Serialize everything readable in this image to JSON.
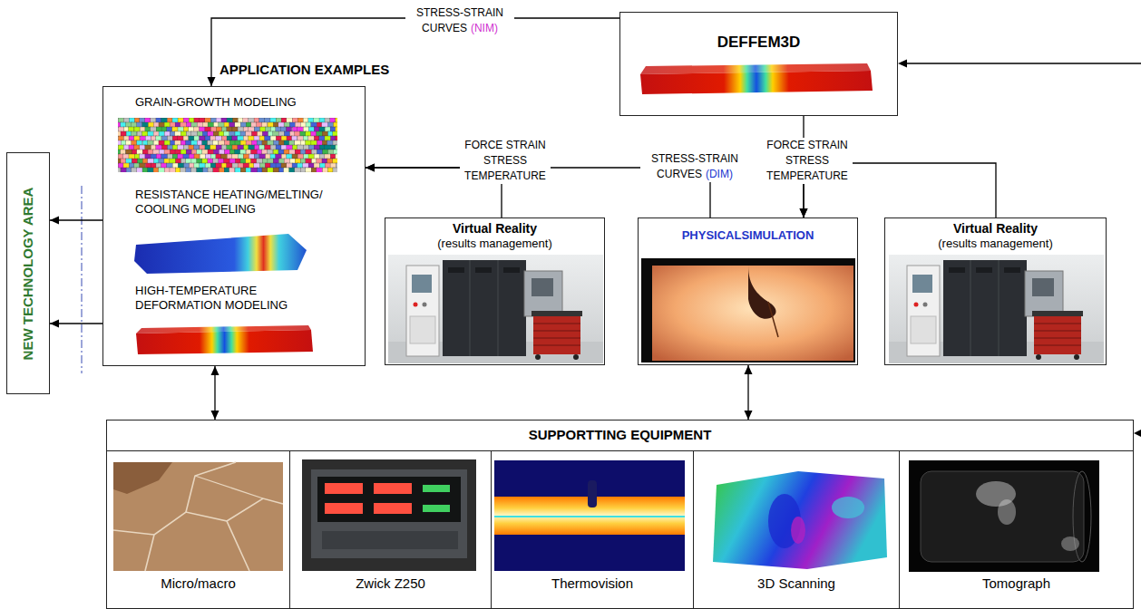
{
  "diagram": {
    "nodes": [
      {
        "text": [
          "DEFFEM3D"
        ]
      },
      {
        "text": [
          "APPLICATION EXAMPLES",
          "GRAIN-GROWTH MODELING",
          "RESISTANCE HEATING/MELTING/ COOLING MODELING",
          "HIGH-TEMPERATURE DEFORMATION MODELING"
        ]
      },
      {
        "text": [
          "NEW TECHNOLOGY AREA"
        ]
      },
      {
        "text": [
          "Virtual Reality",
          "(results management)"
        ]
      },
      {
        "text": [
          "PHYSICALSIMULATION"
        ]
      },
      {
        "text": [
          "Virtual Reality",
          "(results management)"
        ]
      },
      {
        "text": [
          "SUPPORTTING EQUIPMENT"
        ]
      },
      {
        "text": [
          "Micro/macro"
        ],
        "in": 6
      },
      {
        "text": [
          "Zwick Z250"
        ],
        "in": 6
      },
      {
        "text": [
          "Thermovision"
        ],
        "in": 6
      },
      {
        "text": [
          "3D Scanning"
        ],
        "in": 6
      },
      {
        "text": [
          "Tomograph"
        ],
        "in": 6
      }
    ],
    "edges": [
      {
        "from": 0,
        "to": 1,
        "label": "STRESS-STRAIN CURVES",
        "arrow": "to"
      },
      {
        "from": 0,
        "to": 4,
        "label": "FORCE STRAIN STRESS TEMPERATURE",
        "arrow": "to"
      },
      {
        "from": 4,
        "to": 1,
        "label": "STRESS-STRAIN CURVES",
        "arrow": "to"
      },
      {
        "from": 3,
        "to": 1,
        "label": "FORCE STRAIN STRESS TEMPERATURE",
        "arrow": "to"
      },
      {
        "from": 5,
        "to": 4,
        "arrow": "to"
      },
      {
        "from": 1,
        "to": 2,
        "arrow": "to"
      },
      {
        "from": 1,
        "to": 2,
        "arrow": "to"
      },
      {
        "from": 1,
        "to": 6,
        "arrow": "both"
      },
      {
        "from": 4,
        "to": 6,
        "arrow": "both"
      }
    ],
    "labels": [
      "(NIM)",
      "(DIM)"
    ]
  }
}
